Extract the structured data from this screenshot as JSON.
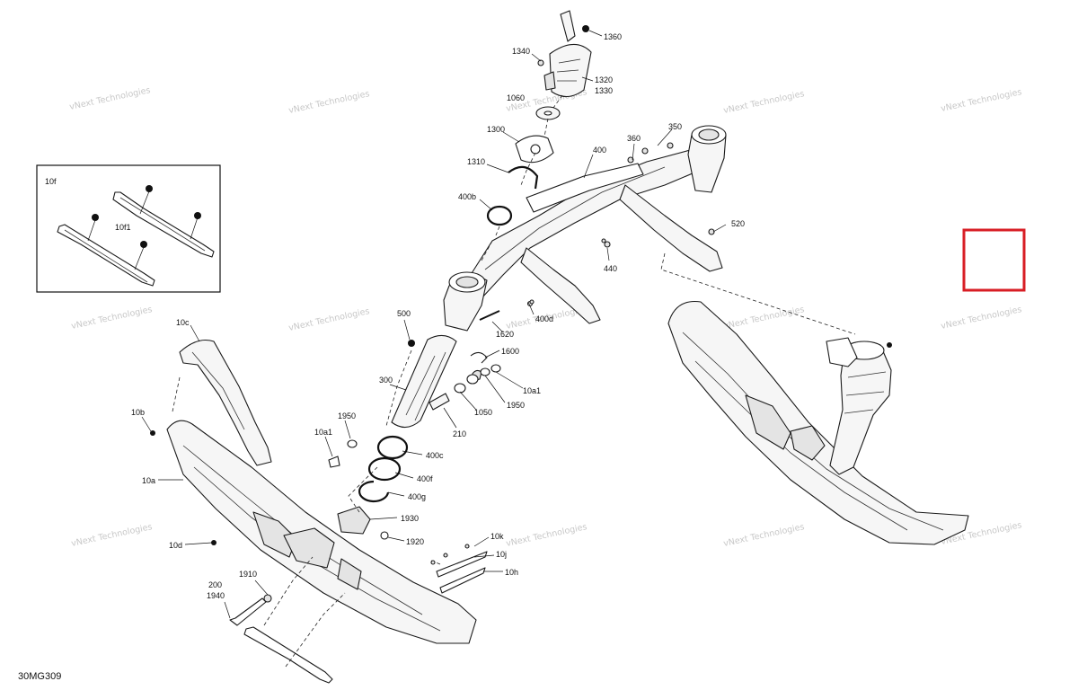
{
  "watermark": "vNext Technologies",
  "drawing_reference": "30MG309",
  "inset": {
    "label": "10f",
    "part_label": "10f1"
  },
  "callouts": {
    "c1360": "1360",
    "c1340": "1340",
    "c1320": "1320",
    "c1330": "1330",
    "c1060": "1060",
    "c1300": "1300",
    "c1310": "1310",
    "c400": "400",
    "c360": "360",
    "c350": "350",
    "c400b": "400b",
    "c520": "520",
    "c440": "440",
    "c500": "500",
    "c400d": "400d",
    "c10c": "10c",
    "c1620": "1620",
    "c1600": "1600",
    "c300": "300",
    "c10a1top": "10a1",
    "c1050": "1050",
    "c1950a": "1950",
    "c10b": "10b",
    "c1950b": "1950",
    "c10a1": "10a1",
    "c210": "210",
    "c400c": "400c",
    "c400f": "400f",
    "c10a": "10a",
    "c400g": "400g",
    "c1930": "1930",
    "c1920": "1920",
    "c10k": "10k",
    "c10j": "10j",
    "c10d": "10d",
    "c10h": "10h",
    "c1910": "1910",
    "c200": "200",
    "c1940": "1940"
  },
  "colors": {
    "highlight": "#d81e25",
    "line": "#1a1a1a",
    "watermark": "#c8c8c8"
  }
}
